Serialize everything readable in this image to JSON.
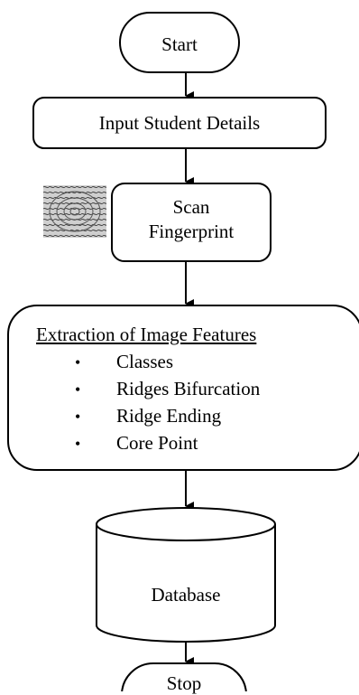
{
  "flowchart": {
    "start": "Start",
    "input": "Input Student Details",
    "scan_line1": "Scan",
    "scan_line2": "Fingerprint",
    "features_title": "Extraction of Image Features",
    "features": [
      "Classes",
      "Ridges Bifurcation",
      "Ridge Ending",
      "Core Point"
    ],
    "database": "Database",
    "stop": "Stop"
  },
  "icons": {
    "fingerprint": "fingerprint-icon"
  }
}
